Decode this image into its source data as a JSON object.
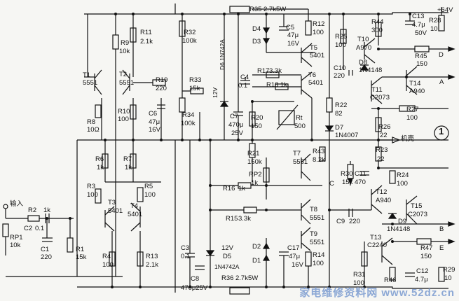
{
  "labels": {
    "input": "输入",
    "R2": "R2",
    "R2v": "1k",
    "C2": "C2",
    "C2v": "0.1",
    "RP1": "RP1",
    "RP1v": "10k",
    "C1": "C1",
    "C1v": "220",
    "R1": "R1",
    "R1v": "15k",
    "T1": "T1",
    "T1v": "5551",
    "T2": "T2",
    "T2v": "5551",
    "R8": "R8",
    "R8v": "10Ω",
    "R9": "R9",
    "R9v": "10k",
    "R10": "R10",
    "R10v": "100",
    "R11": "R11",
    "R11v": "2.1k",
    "R19": "R19",
    "R19v": "220",
    "C6": "C6",
    "C6v": "47μ",
    "C6v2": "16V",
    "R32": "R32",
    "R32v": "100k",
    "R33": "R33",
    "R33v": "15k",
    "R34": "R34",
    "R34v": "100k",
    "D6": "D6 1N742A",
    "D6v": "12V",
    "C7": "C7",
    "C7v": "470μ",
    "C7v2": "25V",
    "C4": "C4",
    "C4v": "0.1",
    "R35": "R35",
    "R35v": "2.7k5W",
    "D4": "D4",
    "D3": "D3",
    "C5": "C5",
    "C5v": "47μ",
    "C5v2": "16V",
    "R12": "R12",
    "R12v": "100",
    "T5": "T5",
    "T5v": "5401",
    "R17": "R17",
    "R17v": "3.3k",
    "R18": "R18",
    "R18v": "1k",
    "T6": "T6",
    "T6v": "5401",
    "R20": "R20",
    "R20v": "150",
    "Rt": "Rt",
    "Rtv": "500",
    "R21": "R21",
    "R21v": "150k",
    "RP2": "RP2",
    "RP2v": "1k",
    "T7": "T7",
    "T7v": "5551",
    "R43": "R43",
    "R43v": "8.2k",
    "R16": "R16",
    "R16v": "1k",
    "R15": "R15",
    "R15v": "3.3k",
    "T8": "T8",
    "T8v": "5551",
    "T9": "T9",
    "T9v": "5551",
    "D2": "D2",
    "D1": "D1",
    "C17": "C17",
    "C17v": "47μ",
    "C17v2": "16V",
    "R14": "R14",
    "R14v": "100",
    "D5": "D5",
    "D5v": "12V",
    "D5v2": "1N4742A",
    "C3": "C3",
    "C3v": "0.1",
    "C8": "C8",
    "C8v": "470μ25V",
    "R36": "R36",
    "R36v": "2.7k5W",
    "R6": "R6",
    "R6v": "1k",
    "R7": "R7",
    "R7v": "1k",
    "R3": "R3",
    "R3v": "100",
    "R5": "R5",
    "R5v": "100",
    "T3": "T3",
    "T3v": "5401",
    "T4": "T4",
    "T4v": "5401",
    "R4": "R4",
    "R4v": "100",
    "R13": "R13",
    "R13v": "2.1k",
    "R25": "R25",
    "R25v": "100",
    "R44": "R44",
    "R44v": "300",
    "T10": "T10",
    "T10v": "A970",
    "C13": "C13",
    "C13v": "4.7μ",
    "C13v2": "50V",
    "R28": "R28",
    "R28v": "10",
    "plus64": "+64V",
    "R45": "R45",
    "R45v": "150",
    "D": "D",
    "D8": "D8",
    "D8v": "1N4148",
    "C10": "C10",
    "C10v": "220",
    "T11": "T11",
    "T11v": "C2073",
    "T14": "T14",
    "T14v": "A940",
    "A": "A",
    "R22": "R22",
    "R22v": "82",
    "R27": "R27",
    "R27v": "100",
    "D7": "D7",
    "D7v": "1N4007",
    "R26": "R26",
    "R26v": "22",
    "chassis": "机壳",
    "circle1": "1",
    "R23": "R23",
    "R23v": "22",
    "R30": "R30",
    "R30v": "15k",
    "C11": "C11",
    "C11v": "470",
    "Cnode": "C",
    "R24": "R24",
    "R24v": "100",
    "T12": "T12",
    "T12v": "A940",
    "T15": "T15",
    "T15v": "C2073",
    "C9": "C9",
    "C9v": "220",
    "D9": "D9",
    "D9v": "1N4148",
    "B": "B",
    "T13": "T13",
    "T13v": "C2240",
    "R47": "R47",
    "R47v": "150",
    "E": "E",
    "R31": "R31",
    "R31v": "100",
    "R46": "R46",
    "C12": "C12",
    "C12v": "4.7μ",
    "R29": "R29",
    "R29v": "10",
    "watermark": "家电维修资料网 www.52dz.cn"
  }
}
